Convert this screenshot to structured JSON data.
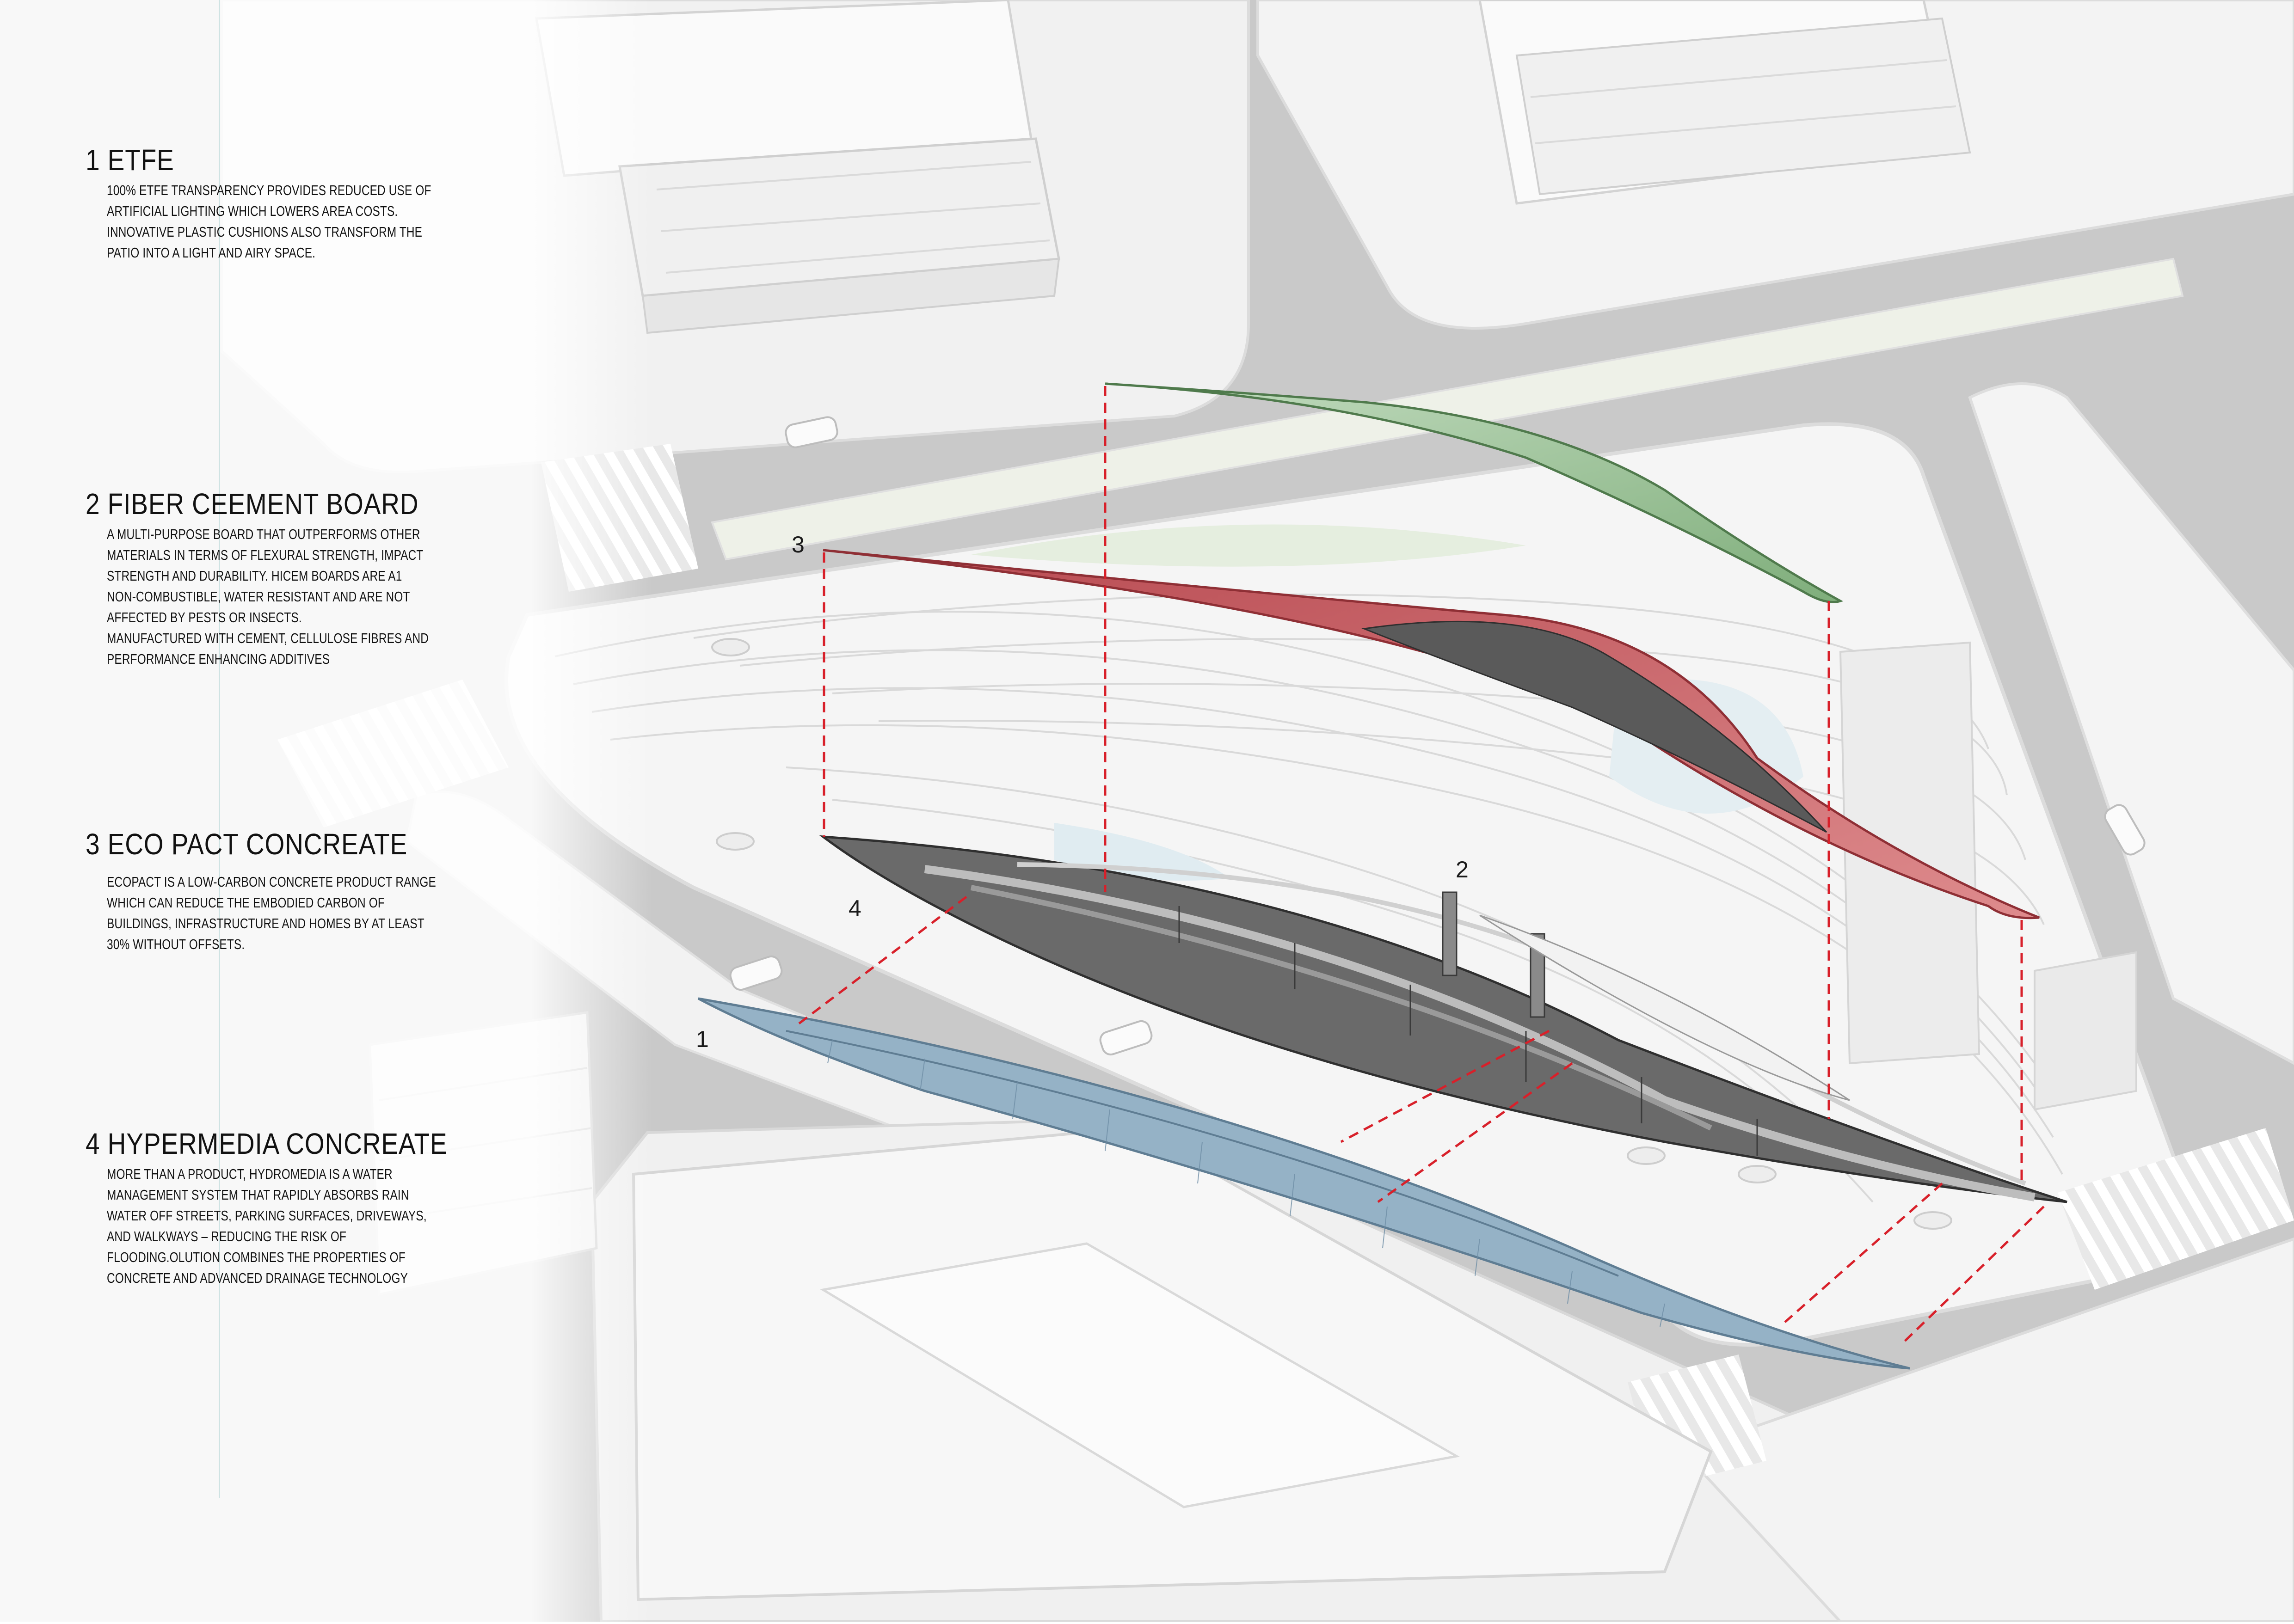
{
  "materials": [
    {
      "title": "1 ETFE",
      "body": "100% ETFE TRANSPARENCY PROVIDES REDUCED USE OF\nARTIFICIAL LIGHTING WHICH LOWERS AREA COSTS.\nINNOVATIVE PLASTIC CUSHIONS ALSO TRANSFORM THE\nPATIO INTO A LIGHT AND AIRY SPACE."
    },
    {
      "title": "2 FIBER CEEMENT BOARD",
      "body": "A MULTI-PURPOSE BOARD THAT OUTPERFORMS OTHER\nMATERIALS IN TERMS OF FLEXURAL STRENGTH, IMPACT\nSTRENGTH AND DURABILITY.  HICEM BOARDS ARE A1\nNON-COMBUSTIBLE, WATER RESISTANT AND ARE NOT\nAFFECTED BY PESTS OR INSECTS.\nMANUFACTURED WITH CEMENT, CELLULOSE FIBRES AND\nPERFORMANCE ENHANCING ADDITIVES"
    },
    {
      "title": "3 ECO PACT CONCREATE",
      "body": "ECOPACT IS A LOW-CARBON CONCRETE PRODUCT RANGE\nWHICH CAN REDUCE THE EMBODIED CARBON OF\nBUILDINGS, INFRASTRUCTURE AND HOMES BY AT LEAST\n30% WITHOUT OFFSETS."
    },
    {
      "title": "4 HYPERMEDIA CONCREATE",
      "body": "MORE THAN A PRODUCT, HYDROMEDIA IS A WATER\nMANAGEMENT SYSTEM THAT RAPIDLY ABSORBS RAIN\nWATER OFF STREETS, PARKING SURFACES, DRIVEWAYS,\nAND WALKWAYS – REDUCING THE RISK OF\nFLOODING.OLUTION COMBINES THE PROPERTIES OF\nCONCRETE AND ADVANCED DRAINAGE TECHNOLOGY"
    }
  ],
  "diagram_labels": {
    "label_1": "1",
    "label_2": "2",
    "label_3": "3",
    "label_4": "4"
  },
  "colors": {
    "etfe_layer": "#8fb98c",
    "fiber_cement_layer": "#c9686c",
    "eco_pact_layer": "#5e5e5e",
    "hydromedia_layer": "#7f9cb3",
    "leader_line": "#d8202a",
    "road": "#c7c7c7",
    "block": "#f2f2f2"
  }
}
